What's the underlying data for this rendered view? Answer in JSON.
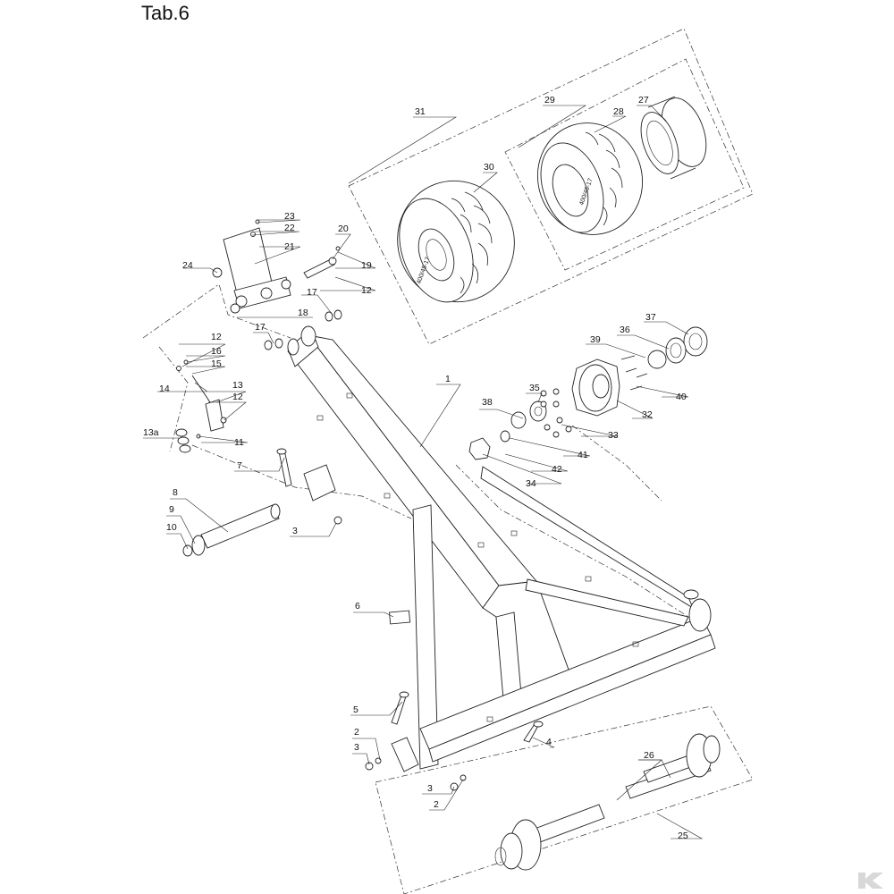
{
  "title": "Tab.6",
  "parts": [
    {
      "id": "p1",
      "label": "1"
    },
    {
      "id": "p2a",
      "label": "2"
    },
    {
      "id": "p2b",
      "label": "2"
    },
    {
      "id": "p3a",
      "label": "3"
    },
    {
      "id": "p3b",
      "label": "3"
    },
    {
      "id": "p3c",
      "label": "3"
    },
    {
      "id": "p4",
      "label": "4"
    },
    {
      "id": "p5",
      "label": "5"
    },
    {
      "id": "p6",
      "label": "6"
    },
    {
      "id": "p7",
      "label": "7"
    },
    {
      "id": "p8",
      "label": "8"
    },
    {
      "id": "p9",
      "label": "9"
    },
    {
      "id": "p10",
      "label": "10"
    },
    {
      "id": "p11",
      "label": "11"
    },
    {
      "id": "p12a",
      "label": "12"
    },
    {
      "id": "p12b",
      "label": "12"
    },
    {
      "id": "p12c",
      "label": "12"
    },
    {
      "id": "p13",
      "label": "13"
    },
    {
      "id": "p13a",
      "label": "13a"
    },
    {
      "id": "p14",
      "label": "14"
    },
    {
      "id": "p15",
      "label": "15"
    },
    {
      "id": "p16",
      "label": "16"
    },
    {
      "id": "p17a",
      "label": "17"
    },
    {
      "id": "p17b",
      "label": "17"
    },
    {
      "id": "p18",
      "label": "18"
    },
    {
      "id": "p19",
      "label": "19"
    },
    {
      "id": "p20",
      "label": "20"
    },
    {
      "id": "p21",
      "label": "21"
    },
    {
      "id": "p22",
      "label": "22"
    },
    {
      "id": "p23",
      "label": "23"
    },
    {
      "id": "p24",
      "label": "24"
    },
    {
      "id": "p25",
      "label": "25"
    },
    {
      "id": "p26",
      "label": "26"
    },
    {
      "id": "p27",
      "label": "27"
    },
    {
      "id": "p28",
      "label": "28"
    },
    {
      "id": "p29",
      "label": "29"
    },
    {
      "id": "p30",
      "label": "30"
    },
    {
      "id": "p31",
      "label": "31"
    },
    {
      "id": "p32",
      "label": "32"
    },
    {
      "id": "p33",
      "label": "33"
    },
    {
      "id": "p34",
      "label": "34"
    },
    {
      "id": "p35",
      "label": "35"
    },
    {
      "id": "p36",
      "label": "36"
    },
    {
      "id": "p37",
      "label": "37"
    },
    {
      "id": "p38",
      "label": "38"
    },
    {
      "id": "p39",
      "label": "39"
    },
    {
      "id": "p40",
      "label": "40"
    },
    {
      "id": "p41",
      "label": "41"
    },
    {
      "id": "p42",
      "label": "42"
    }
  ],
  "tyre_marking": "400/45-17",
  "brand_icon": "k-logo-icon"
}
